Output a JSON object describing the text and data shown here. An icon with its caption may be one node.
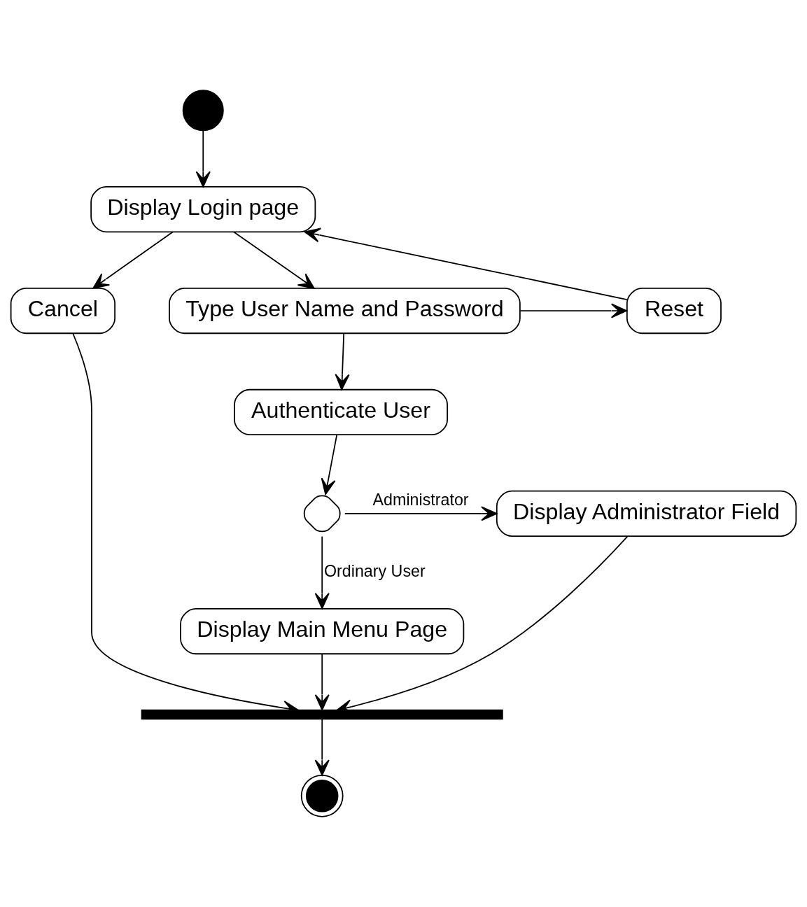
{
  "diagram": {
    "nodes": [
      {
        "text": [],
        "shape": "circle"
      },
      {
        "text": [
          "Display Login page"
        ]
      },
      {
        "text": [
          "Cancel"
        ]
      },
      {
        "text": [
          "Type User Name and Password"
        ]
      },
      {
        "text": [
          "Reset"
        ]
      },
      {
        "text": [
          "Authenticate User"
        ]
      },
      {
        "text": [],
        "shape": "diamond"
      },
      {
        "text": [
          "Display Administrator Field"
        ]
      },
      {
        "text": [
          "Display Main Menu Page"
        ]
      },
      {
        "text": [],
        "shape": "bar"
      },
      {
        "text": [],
        "shape": "circle"
      }
    ],
    "edges": [
      {
        "from": 0,
        "to": 1,
        "arrow": "to"
      },
      {
        "from": 1,
        "to": 2,
        "arrow": "to"
      },
      {
        "from": 1,
        "to": 3,
        "arrow": "to"
      },
      {
        "from": 3,
        "to": 4,
        "arrow": "to"
      },
      {
        "from": 4,
        "to": 1,
        "arrow": "to"
      },
      {
        "from": 3,
        "to": 5,
        "arrow": "to"
      },
      {
        "from": 5,
        "to": 6,
        "arrow": "to"
      },
      {
        "from": 6,
        "to": 7,
        "arrow": "to",
        "label": "Administrator"
      },
      {
        "from": 6,
        "to": 8,
        "arrow": "to",
        "label": "Ordinary User"
      },
      {
        "from": 2,
        "to": 9,
        "arrow": "to"
      },
      {
        "from": 8,
        "to": 9,
        "arrow": "to"
      },
      {
        "from": 7,
        "to": 9,
        "arrow": "to"
      },
      {
        "from": 9,
        "to": 10,
        "arrow": "to"
      }
    ]
  }
}
